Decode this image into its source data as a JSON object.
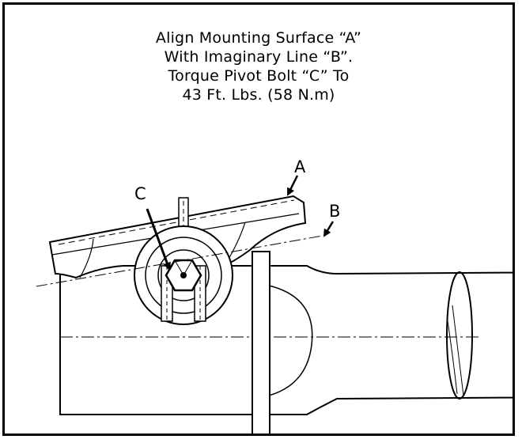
{
  "caption": {
    "line1": "Align Mounting Surface “A”",
    "line2": "With Imaginary Line “B”.",
    "line3": "Torque Pivot Bolt “C” To",
    "line4": "43 Ft. Lbs. (58 N.m)"
  },
  "labels": {
    "a": "A",
    "b": "B",
    "c": "C"
  },
  "colors": {
    "ink": "#000000",
    "paper": "#ffffff"
  }
}
